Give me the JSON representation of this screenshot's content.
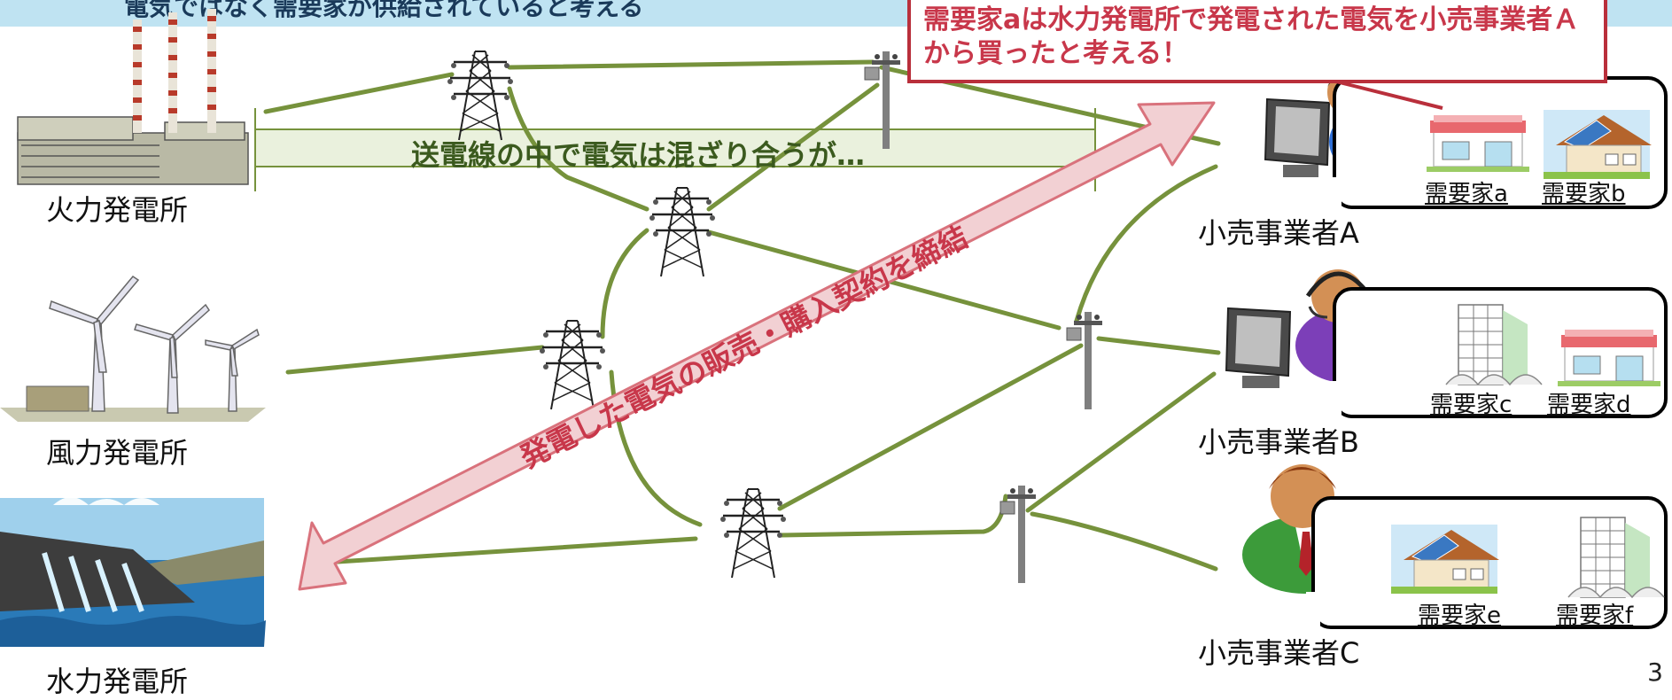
{
  "header": {
    "text": "電気ではなく需要家が供給されていると考える"
  },
  "callout": {
    "text": "需要家aは水力発電所で発電された電気を小売事業者Ａから買ったと考える！"
  },
  "mixing_banner": {
    "text": "送電線の中で電気は混ざり合うが…"
  },
  "contract_arrow": {
    "text": "発電した電気の販売・購入契約を締結"
  },
  "plants": {
    "thermal": "火力発電所",
    "wind": "風力発電所",
    "hydro": "水力発電所"
  },
  "retailers": {
    "a": "小売事業者A",
    "b": "小売事業者B",
    "c": "小売事業者C"
  },
  "customers": {
    "a": "需要家a",
    "b": "需要家b",
    "c": "需要家c",
    "d": "需要家d",
    "e": "需要家e",
    "f": "需要家f"
  },
  "page_number": "3",
  "colors": {
    "line": "#76923c",
    "arrow_fill": "#f2d0d3",
    "arrow_stroke": "#d9727c",
    "callout_border": "#b92f3b",
    "callout_text": "#c8374a",
    "header_band": "#bfe3f2",
    "mix_band": "#eaf1dd"
  }
}
